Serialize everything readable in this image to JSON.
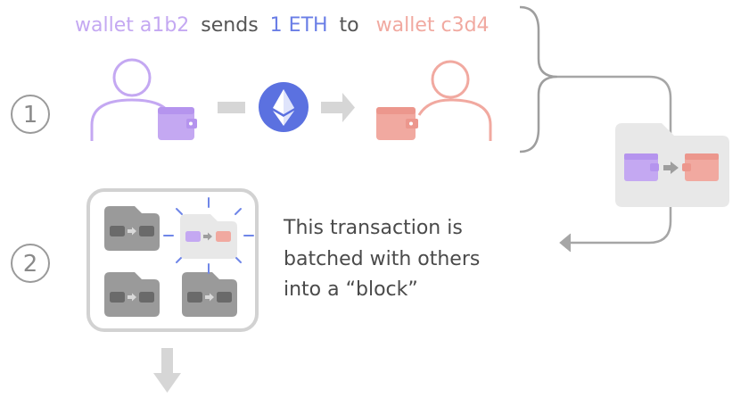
{
  "header": {
    "from_wallet": "wallet a1b2",
    "verb": "sends",
    "amount": "1 ETH",
    "preposition": "to",
    "to_wallet": "wallet c3d4"
  },
  "steps": [
    {
      "number": "1"
    },
    {
      "number": "2"
    }
  ],
  "caption": {
    "line1": "This transaction is",
    "line2": "batched with others",
    "line3": "into a “block”"
  },
  "colors": {
    "sender": "#c4a8f2",
    "sender_dark": "#b894ef",
    "receiver": "#f1a9a0",
    "receiver_dark": "#ee9a90",
    "eth": "#5b71e0",
    "amount_text": "#6a7ee6",
    "gray_arrow": "#d6d6d6",
    "bracket": "#9e9e9e",
    "block_border": "#d2d2d2",
    "doc_bg": "#e8e8e8",
    "mini_doc": "#999999",
    "mini_wallet": "#666666",
    "highlight_ray": "#6f86e8",
    "text_dark": "#4a4a4a"
  },
  "icons": {
    "sender": "person-wallet-icon",
    "receiver": "person-wallet-icon",
    "currency": "ethereum-icon",
    "transaction": "transaction-document-icon"
  }
}
